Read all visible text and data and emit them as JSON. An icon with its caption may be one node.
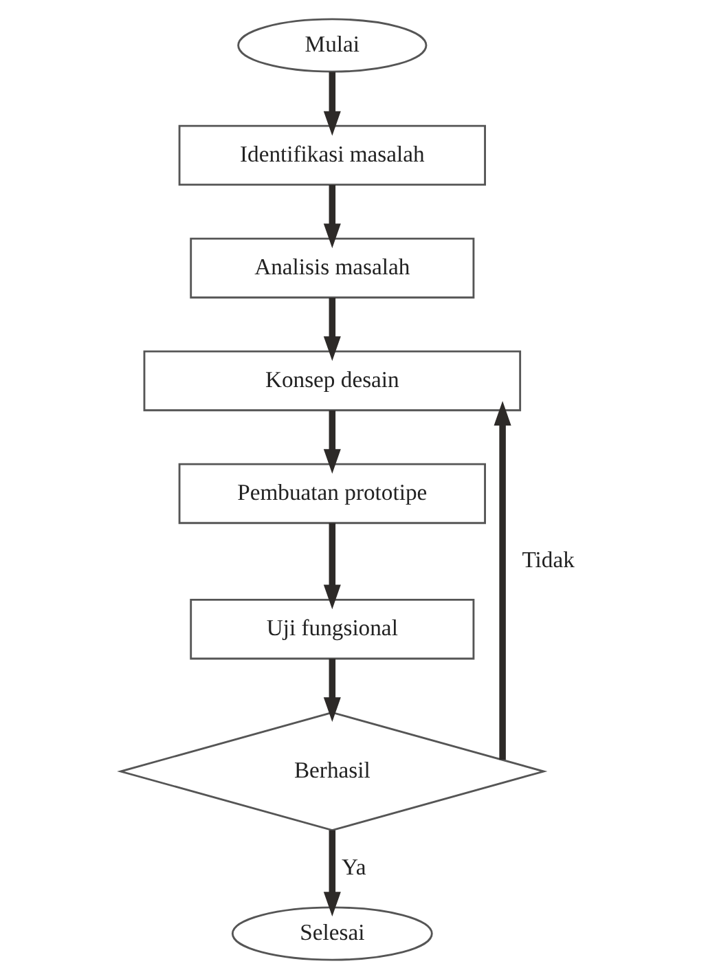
{
  "diagram": {
    "nodes": [
      {
        "text": [
          "Mulai"
        ]
      },
      {
        "text": [
          "Identifikasi masalah"
        ]
      },
      {
        "text": [
          "Analisis masalah"
        ]
      },
      {
        "text": [
          "Konsep desain"
        ]
      },
      {
        "text": [
          "Pembuatan prototipe"
        ]
      },
      {
        "text": [
          "Uji fungsional"
        ]
      },
      {
        "text": [
          "Berhasil"
        ]
      },
      {
        "text": [
          "Selesai"
        ]
      }
    ],
    "edges": [
      {
        "from": 0,
        "to": 1,
        "arrow": "to"
      },
      {
        "from": 1,
        "to": 2,
        "arrow": "to"
      },
      {
        "from": 2,
        "to": 3,
        "arrow": "to"
      },
      {
        "from": 3,
        "to": 4,
        "arrow": "to"
      },
      {
        "from": 4,
        "to": 5,
        "arrow": "to"
      },
      {
        "from": 5,
        "to": 6,
        "arrow": "to"
      },
      {
        "from": 6,
        "to": 3,
        "arrow": "to",
        "label": "Tidak"
      },
      {
        "from": 6,
        "to": 7,
        "arrow": "to",
        "label": "Ya"
      }
    ]
  }
}
